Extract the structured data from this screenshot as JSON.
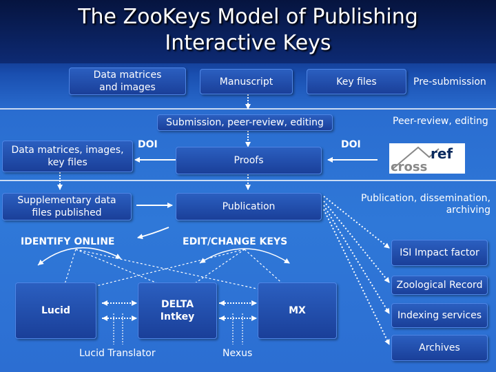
{
  "title": {
    "line1": "The ZooKeys Model of Publishing",
    "line2": "Interactive Keys"
  },
  "boxes": {
    "data_matrices": "Data matrices\nand images",
    "manuscript": "Manuscript",
    "key_files": "Key files",
    "submission": "Submission, peer-review, editing",
    "data_matrices_key": "Data matrices, images,\nkey files",
    "proofs": "Proofs",
    "supplementary": "Supplementary data\nfiles published",
    "publication": "Publication",
    "lucid": "Lucid",
    "delta": "DELTA\nIntkey",
    "mx": "MX",
    "isi": "ISI Impact factor",
    "zoological": "Zoological Record",
    "indexing": "Indexing services",
    "archives": "Archives"
  },
  "labels": {
    "pre_submission": "Pre-submission",
    "peer_review": "Peer-review, editing",
    "doi_left": "DOI",
    "doi_right": "DOI",
    "publication_dissemination": "Publication, dissemination,\narchiving",
    "identify_online": "IDENTIFY ONLINE",
    "edit_change": "EDIT/CHANGE KEYS",
    "lucid_translator": "Lucid Translator",
    "nexus": "Nexus"
  },
  "logo": {
    "text_top": "ref",
    "text_bottom": "cross"
  }
}
